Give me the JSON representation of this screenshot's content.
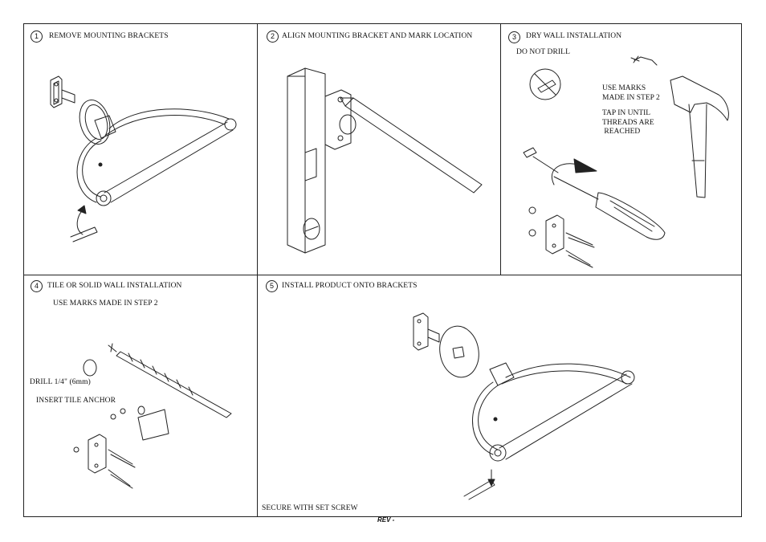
{
  "steps": [
    {
      "number": "1",
      "title": "REMOVE MOUNTING BRACKETS"
    },
    {
      "number": "2",
      "title": "ALIGN MOUNTING BRACKET AND MARK LOCATION"
    },
    {
      "number": "3",
      "title": "DRY WALL INSTALLATION"
    },
    {
      "number": "4",
      "title": "TILE OR SOLID WALL INSTALLATION"
    },
    {
      "number": "5",
      "title": "INSTALL PRODUCT ONTO BRACKETS"
    }
  ],
  "step3": {
    "do_not_drill": "DO NOT DRILL",
    "use_marks": "USE MARKS\nMADE IN STEP 2",
    "tap_in": "TAP IN UNTIL\nTHREADS ARE\n REACHED"
  },
  "step4": {
    "use_marks": "USE MARKS MADE IN STEP 2",
    "drill": "DRILL 1/4\" (6mm)",
    "insert_anchor": "INSERT TILE ANCHOR"
  },
  "step5": {
    "secure": "SECURE WITH SET SCREW"
  },
  "footer": {
    "rev": "REV -"
  }
}
